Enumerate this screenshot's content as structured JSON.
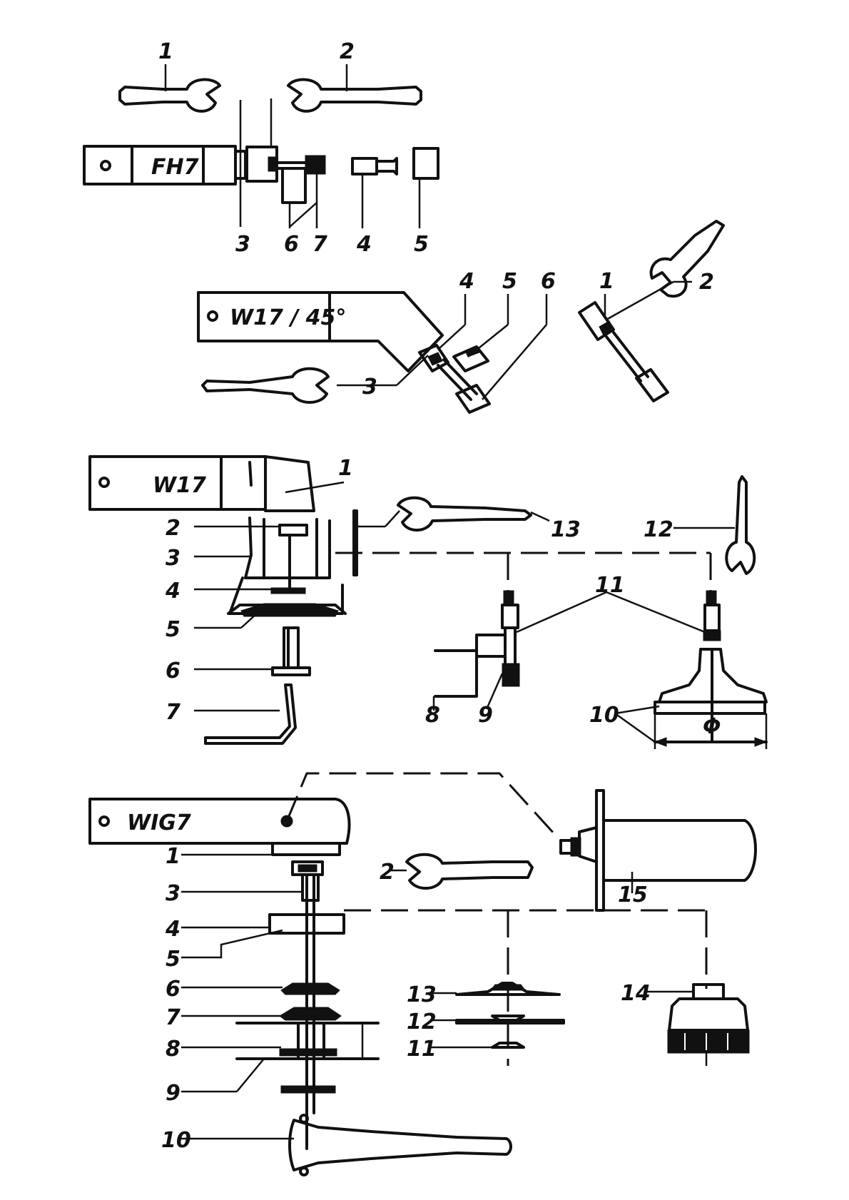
{
  "models": {
    "fh7": "FH7",
    "w7_45": "W17 / 45°",
    "w17": "W17",
    "wig7": "WIG7"
  },
  "symbols": {
    "diameter": "Φ"
  },
  "callouts": {
    "fh7": [
      "1",
      "2",
      "3",
      "6",
      "7",
      "4",
      "5"
    ],
    "w7_45": [
      "4",
      "5",
      "6",
      "1",
      "2",
      "3"
    ],
    "w17": [
      "1",
      "13",
      "12",
      "2",
      "3",
      "4",
      "5",
      "6",
      "7",
      "11",
      "8",
      "9",
      "10"
    ],
    "wig7": [
      "1",
      "2",
      "3",
      "4",
      "5",
      "6",
      "7",
      "8",
      "9",
      "10",
      "15",
      "13",
      "12",
      "11",
      "14"
    ]
  },
  "icons": [
    "open-end-wrench-icon",
    "pin-spanner-icon",
    "allen-key-icon",
    "wire-cup-brush-icon",
    "side-handle-icon"
  ]
}
